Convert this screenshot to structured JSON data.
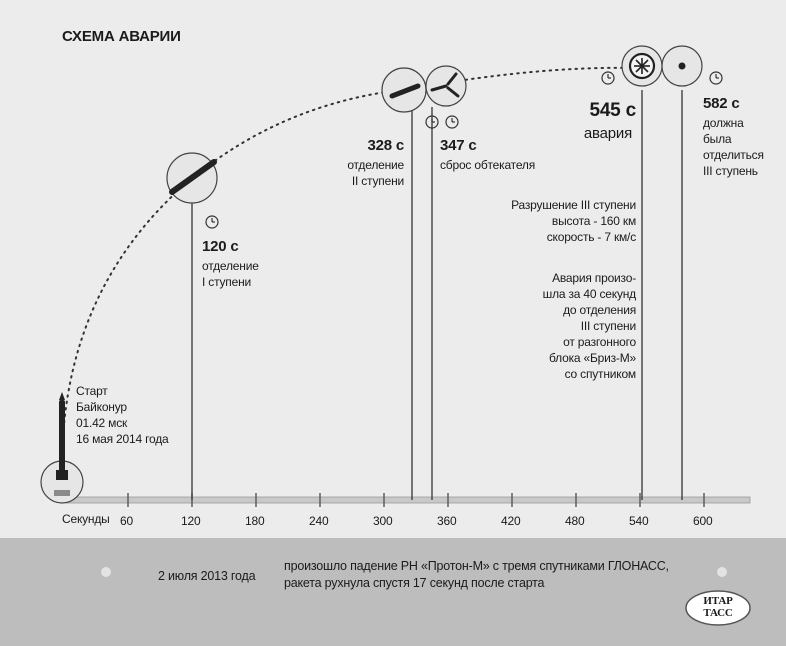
{
  "title": "СХЕМА АВАРИИ",
  "axis": {
    "label": "Секунды",
    "ticks": [
      "60",
      "120",
      "180",
      "240",
      "300",
      "360",
      "420",
      "480",
      "540",
      "600"
    ]
  },
  "events": {
    "start": {
      "lines": [
        "Старт",
        "Байконур",
        "01.42 мск",
        "16 мая 2014 года"
      ]
    },
    "e120": {
      "time": "120 с",
      "lines": [
        "отделение",
        "I ступени"
      ]
    },
    "e328": {
      "time": "328 с",
      "lines": [
        "отделение",
        "II ступени"
      ]
    },
    "e347": {
      "time": "347 с",
      "lines": [
        "сброс обтекателя"
      ]
    },
    "e545": {
      "time": "545 с",
      "sub": "авария"
    },
    "e582": {
      "time": "582 с",
      "lines": [
        "должна",
        "была",
        "отделиться",
        "III ступень"
      ]
    }
  },
  "notes": {
    "destruction": [
      "Разрушение III ступени",
      "высота - 160 км",
      "скорость - 7 км/с"
    ],
    "accident": [
      "Авария произо-",
      "шла за 40 секунд",
      "до отделения",
      "III ступени",
      "от разгонного",
      "блока «Бриз-М»",
      "со спутником"
    ]
  },
  "bottom": {
    "date": "2 июля 2013 года",
    "text": [
      "произошло падение РН «Протон-М» с тремя спутниками ГЛОНАСС,",
      "ракета рухнула спустя 17 секунд после старта"
    ]
  },
  "logo": {
    "line1": "ИТАР",
    "line2": "ТАСС"
  },
  "colors": {
    "panel": "#ececec",
    "band": "#bdbdbd",
    "ink": "#1b1b1b",
    "axis": "#c9c9c9"
  },
  "icons": [
    "clock-icon",
    "rocket-icon",
    "explosion-icon",
    "satellite-dot-icon"
  ]
}
